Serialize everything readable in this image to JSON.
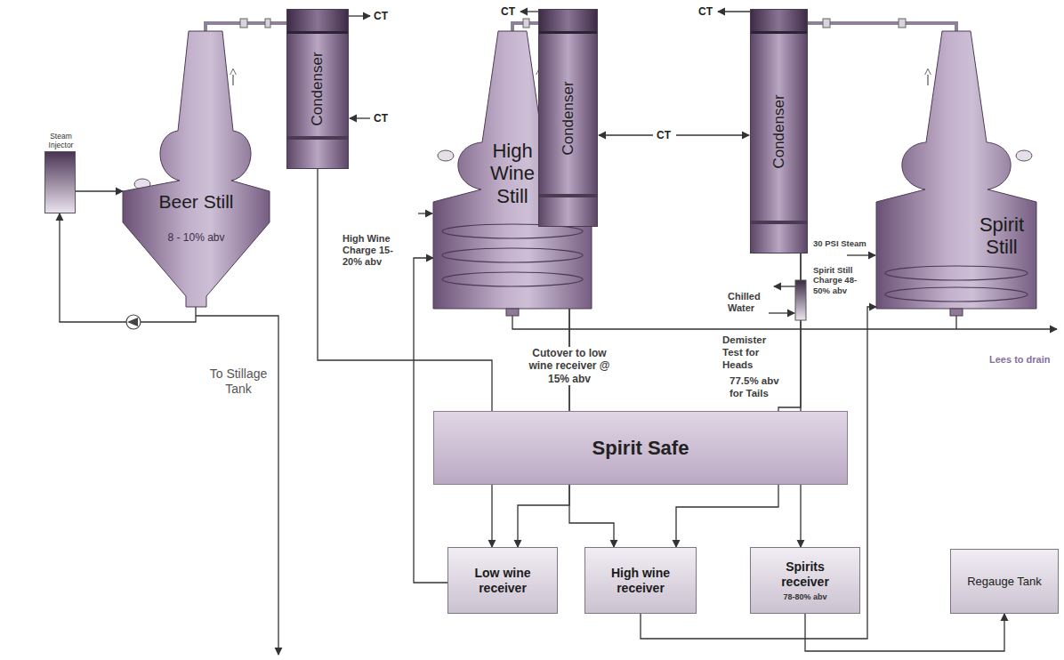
{
  "diagram": {
    "nodes": [
      {
        "text": [
          "Beer Still",
          "8 - 10% abv"
        ]
      },
      {
        "text": [
          "Steam Injector"
        ]
      },
      {
        "text": [
          "Condenser"
        ]
      },
      {
        "text": [
          "High Wine Still"
        ]
      },
      {
        "text": [
          "Condenser"
        ]
      },
      {
        "text": [
          "Condenser"
        ]
      },
      {
        "text": [
          "Spirit Still"
        ]
      },
      {
        "text": [
          "Spirit Safe"
        ]
      },
      {
        "text": [
          "Low wine receiver"
        ]
      },
      {
        "text": [
          "High wine receiver"
        ]
      },
      {
        "text": [
          "Spirits receiver",
          "78-80% abv"
        ]
      },
      {
        "text": [
          "Regauge Tank"
        ]
      }
    ],
    "edges": [
      {
        "from": 0,
        "to": 2,
        "arrow": "none"
      },
      {
        "from": 1,
        "to": 0,
        "arrow": "to"
      },
      {
        "from": 0,
        "to": 1,
        "arrow": "to"
      },
      {
        "from": 2,
        "to": 8,
        "arrow": "to"
      },
      {
        "from": 3,
        "to": 4,
        "arrow": "none"
      },
      {
        "from": 6,
        "to": 5,
        "arrow": "none"
      },
      {
        "from": 4,
        "to": 8,
        "arrow": "to"
      },
      {
        "from": 4,
        "to": 9,
        "arrow": "to"
      },
      {
        "from": 5,
        "to": 9,
        "arrow": "to"
      },
      {
        "from": 5,
        "to": 10,
        "arrow": "to"
      },
      {
        "from": 8,
        "to": 3,
        "arrow": "to"
      },
      {
        "from": 9,
        "to": 6,
        "arrow": "to"
      },
      {
        "from": 10,
        "to": 11,
        "arrow": "to"
      }
    ],
    "labels": [
      "CT",
      "CT",
      "CT",
      "CT",
      "CT",
      "High Wine Charge 15-20% abv",
      "Cutover to low wine receiver @ 15% abv",
      "Chilled Water",
      "30 PSI Steam",
      "Spirit Still Charge 48-50% abv",
      "Demister Test for Heads",
      "77.5% abv for Tails",
      "To Stillage Tank",
      "Lees to drain"
    ]
  }
}
